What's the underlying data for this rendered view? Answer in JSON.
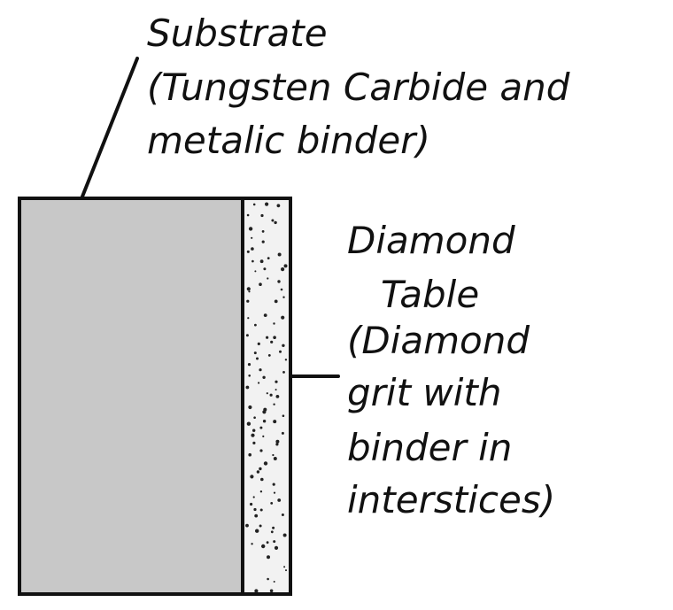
{
  "labels": {
    "substrate": {
      "line1": "Substrate",
      "line2": "(Tungsten Carbide and",
      "line3": "metalic binder)"
    },
    "diamond_table": {
      "line1": "Diamond",
      "line2": "Table",
      "line3": "(Diamond",
      "line4": "grit with",
      "line5": "binder in",
      "line6": "interstices)"
    }
  },
  "colors": {
    "substrate_fill": "#c8c8c8",
    "diamond_fill": "#f2f2f2",
    "outline": "#111111",
    "grit_dots": "#222222"
  }
}
